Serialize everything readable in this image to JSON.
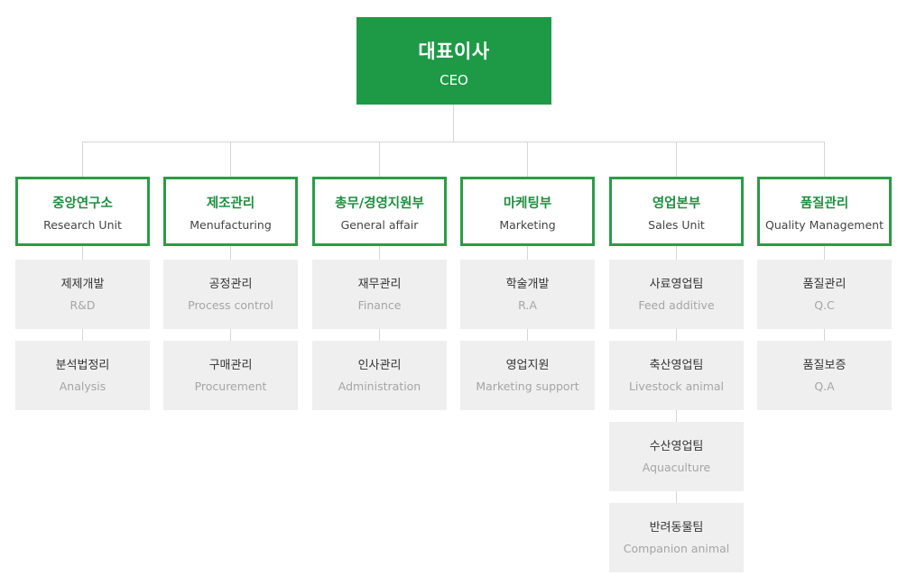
{
  "ceo": {
    "ko": "대표이사",
    "en": "CEO"
  },
  "departments": [
    {
      "ko": "중앙연구소",
      "en": "Research Unit",
      "teams": [
        {
          "ko": "제제개발",
          "en": "R&D"
        },
        {
          "ko": "분석법정리",
          "en": "Analysis"
        }
      ]
    },
    {
      "ko": "제조관리",
      "en": "Menufacturing",
      "teams": [
        {
          "ko": "공정관리",
          "en": "Process control"
        },
        {
          "ko": "구매관리",
          "en": "Procurement"
        }
      ]
    },
    {
      "ko": "총무/경영지원부",
      "en": "General affair",
      "teams": [
        {
          "ko": "재무관리",
          "en": "Finance"
        },
        {
          "ko": "인사관리",
          "en": "Administration"
        }
      ]
    },
    {
      "ko": "마케팅부",
      "en": "Marketing",
      "teams": [
        {
          "ko": "학술개발",
          "en": "R.A"
        },
        {
          "ko": "영업지원",
          "en": "Marketing support"
        }
      ]
    },
    {
      "ko": "영업본부",
      "en": "Sales Unit",
      "teams": [
        {
          "ko": "사료영업팀",
          "en": "Feed additive"
        },
        {
          "ko": "축산영업팀",
          "en": "Livestock animal"
        },
        {
          "ko": "수산영업팀",
          "en": "Aquaculture"
        },
        {
          "ko": "반려동물팀",
          "en": "Companion animal"
        }
      ]
    },
    {
      "ko": "품질관리",
      "en": "Quality Management",
      "teams": [
        {
          "ko": "품질관리",
          "en": "Q.C"
        },
        {
          "ko": "품질보증",
          "en": "Q.A"
        }
      ]
    }
  ],
  "colors": {
    "green": "#1e9a46",
    "dept_border": "#2a9c47",
    "team_bg": "#efefef",
    "connector": "#d6d6d6"
  }
}
